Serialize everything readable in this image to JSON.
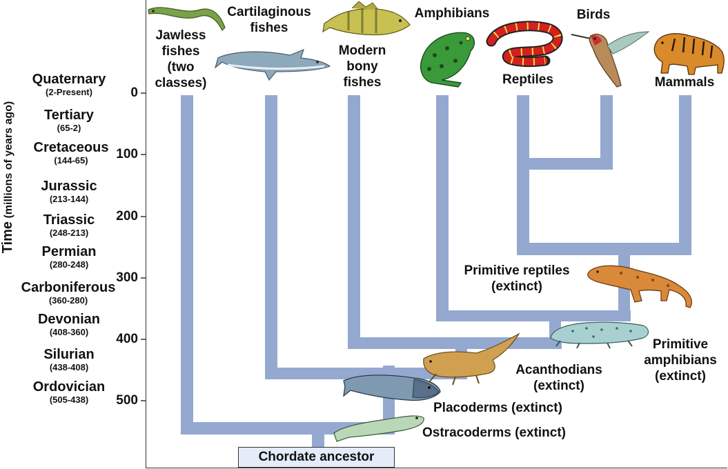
{
  "axis": {
    "title_main": "Time",
    "title_sub": "(millions of years ago)",
    "ticks": [
      "0",
      "100",
      "200",
      "300",
      "400",
      "500"
    ]
  },
  "periods": [
    {
      "name": "Quaternary",
      "range": "(2-Present)"
    },
    {
      "name": "Tertiary",
      "range": "(65-2)"
    },
    {
      "name": "Cretaceous",
      "range": "(144-65)"
    },
    {
      "name": "Jurassic",
      "range": "(213-144)"
    },
    {
      "name": "Triassic",
      "range": "(248-213)"
    },
    {
      "name": "Permian",
      "range": "(280-248)"
    },
    {
      "name": "Carboniferous",
      "range": "(360-280)"
    },
    {
      "name": "Devonian",
      "range": "(408-360)"
    },
    {
      "name": "Silurian",
      "range": "(438-408)"
    },
    {
      "name": "Ordovician",
      "range": "(505-438)"
    }
  ],
  "taxa": {
    "jawless_l1": "Jawless",
    "jawless_l2": "fishes",
    "jawless_l3": "(two",
    "jawless_l4": "classes)",
    "cartilaginous_l1": "Cartilaginous",
    "cartilaginous_l2": "fishes",
    "modern_l1": "Modern",
    "modern_l2": "bony",
    "modern_l3": "fishes",
    "amphibians": "Amphibians",
    "birds": "Birds",
    "reptiles": "Reptiles",
    "mammals": "Mammals"
  },
  "extinct": {
    "prim_reptiles_l1": "Primitive reptiles",
    "prim_reptiles_l2": "(extinct)",
    "prim_amph_l1": "Primitive",
    "prim_amph_l2": "amphibians",
    "prim_amph_l3": "(extinct)",
    "acanth_l1": "Acanthodians",
    "acanth_l2": "(extinct)",
    "placoderms": "Placoderms (extinct)",
    "ostracoderms": "Ostracoderms (extinct)"
  },
  "ancestor": "Chordate ancestor",
  "colors": {
    "branch": "#94a8d0",
    "amphibian": "#3a9a3a",
    "snake_red": "#d42020",
    "tiger": "#d98a2a",
    "shark": "#8ea8bc",
    "perch": "#c8c050",
    "reptile_fossil": "#d9893a"
  }
}
